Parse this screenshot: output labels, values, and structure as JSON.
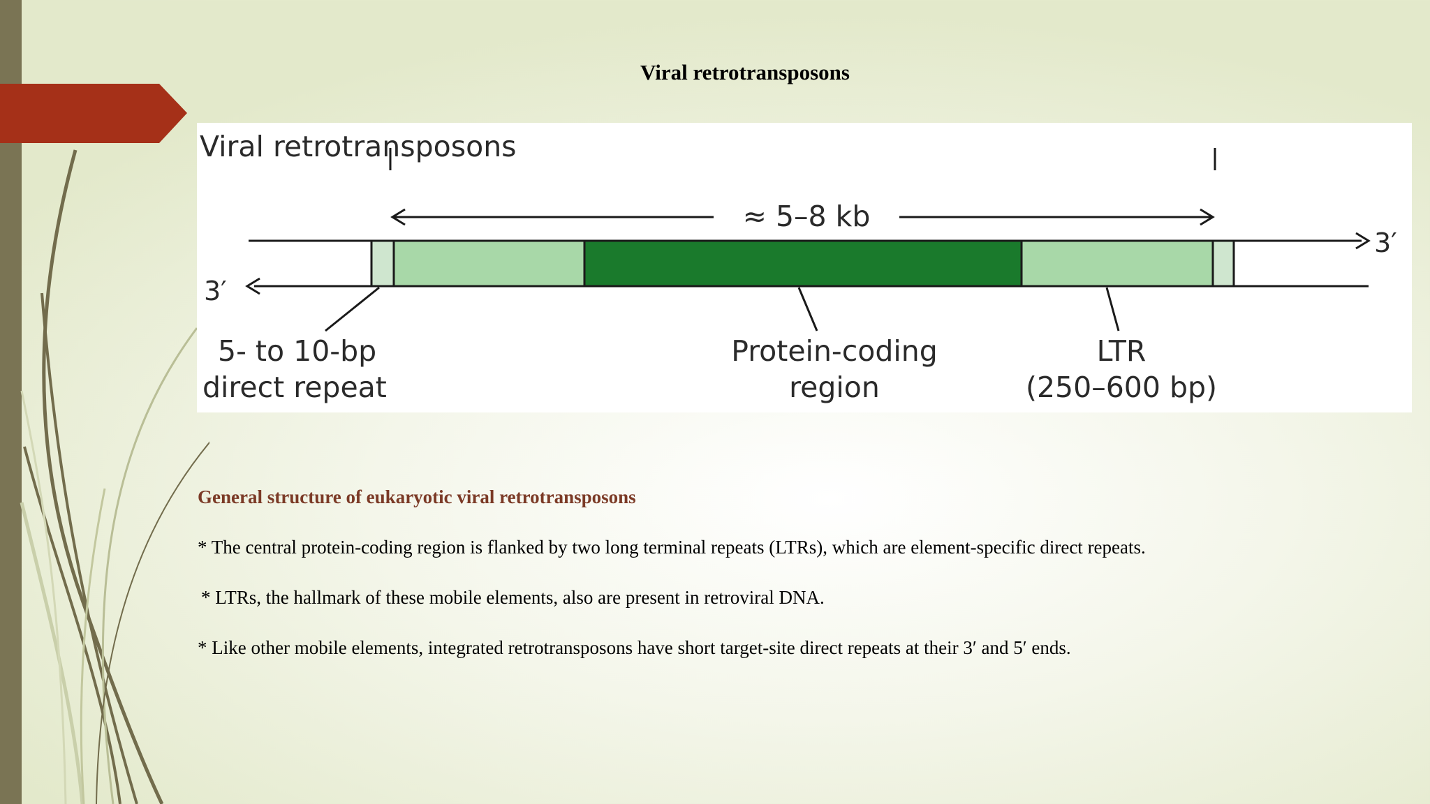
{
  "slide": {
    "title": "Viral retrotransposons"
  },
  "figure": {
    "heading": "Viral retrotransposons",
    "length_label": "≈ 5–8 kb",
    "three_prime_right": "3′",
    "three_prime_left": "3′",
    "direct_repeat_label_line1": "5- to 10-bp",
    "direct_repeat_label_line2": "direct repeat",
    "coding_label_line1": "Protein-coding",
    "coding_label_line2": "region",
    "ltr_label_line1": "LTR",
    "ltr_label_line2": "(250–600 bp)",
    "colors": {
      "coding_region": "#1a7a2c",
      "ltr": "#a8d8a8",
      "direct_repeat": "#cfe6cf"
    }
  },
  "content": {
    "heading": "General structure of eukaryotic viral retrotransposons",
    "bullets": [
      "* The central protein-coding region is flanked by two long terminal repeats (LTRs), which are element-specific direct repeats.",
      " *  LTRs, the hallmark of these mobile elements, also are present in retroviral DNA.",
      "*  Like other mobile elements, integrated retrotransposons have short target-site direct repeats at their 3′ and 5′ ends."
    ]
  },
  "theme": {
    "accent_red": "#a53018",
    "side_bar": "#7a7454",
    "heading_brown": "#7b3a26"
  }
}
